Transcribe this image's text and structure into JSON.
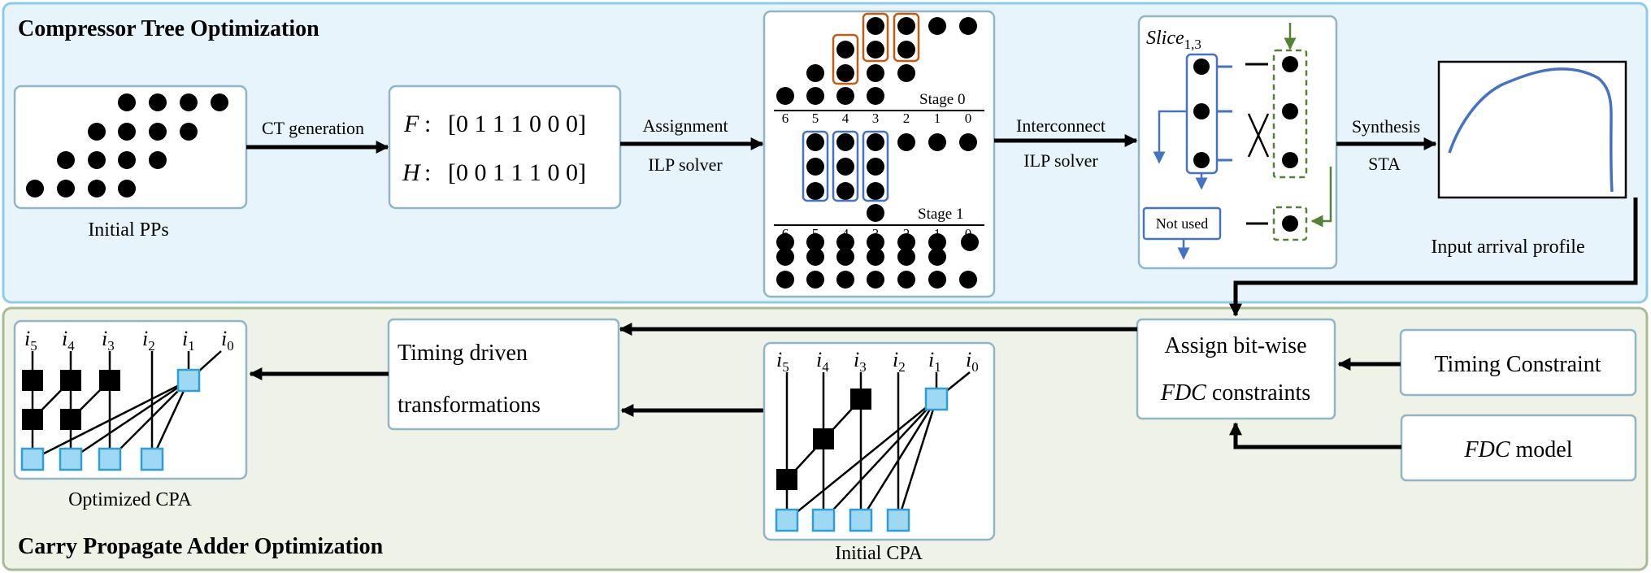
{
  "sections": {
    "top_title": "Compressor Tree Optimization",
    "bottom_title": "Carry Propagate Adder Optimization"
  },
  "initial_pps": {
    "caption": "Initial PPs"
  },
  "arrows": {
    "ct_generation": "CT generation",
    "assignment": "Assignment",
    "ilp_solver_1": "ILP solver",
    "interconnect": "Interconnect",
    "ilp_solver_2": "ILP solver",
    "synthesis": "Synthesis",
    "sta": "STA"
  },
  "fh": {
    "f_label": "F",
    "f_value": "[0 1 1 1 0 0 0]",
    "h_label": "H",
    "h_value": "[0 0 1 1 1 0 0]"
  },
  "stages": {
    "stage0": "Stage 0",
    "stage1": "Stage 1",
    "columns": [
      "6",
      "5",
      "4",
      "3",
      "2",
      "1",
      "0"
    ]
  },
  "slice": {
    "label": "Slice",
    "subscript": "1,3",
    "not_used": "Not used"
  },
  "profile": {
    "caption": "Input arrival profile"
  },
  "assign": {
    "line1": "Assign bit-wise",
    "line2_italic": "FDC",
    "line2_rest": " constraints"
  },
  "timing_constraint": "Timing Constraint",
  "fdc_model": {
    "italic": "FDC",
    "rest": " model"
  },
  "timing_driven": {
    "line1": "Timing driven",
    "line2": "transformations"
  },
  "cpa": {
    "inputs": [
      "i",
      "i",
      "i",
      "i",
      "i",
      "i"
    ],
    "subscripts": [
      "5",
      "4",
      "3",
      "2",
      "1",
      "0"
    ],
    "optimized_caption": "Optimized CPA",
    "initial_caption": "Initial CPA"
  },
  "colors": {
    "top_bg": "#e8f4fb",
    "top_border": "#8ccbeb",
    "bottom_bg": "#eef2e7",
    "bottom_border": "#a9bb94",
    "box_border": "#8fb6c8",
    "blue": "#4472c4",
    "orange": "#c55a11",
    "green": "#548235",
    "cell_fill": "#9ed8f2",
    "cell_stroke": "#2e9ed6"
  }
}
